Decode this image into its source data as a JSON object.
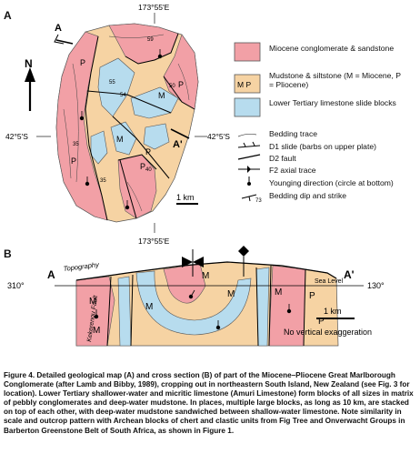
{
  "panel_a": {
    "label": "A",
    "coord_top": "173°55'E",
    "coord_bottom": "173°55'E",
    "coord_left": "42°5'S",
    "coord_right": "42°5'S",
    "north": "N",
    "section_a": "A",
    "section_a_prime": "A'",
    "scale_label": "1 km",
    "map_letters": [
      "P",
      "P",
      "P",
      "M",
      "P",
      "M",
      "P"
    ],
    "dips": [
      "59",
      "55",
      "54",
      "35",
      "50",
      "40",
      "35"
    ]
  },
  "legend": {
    "units": [
      {
        "label": "Miocene conglomerate & sandstone",
        "color": "#f2a0a6"
      },
      {
        "label": "Mudstone & siltstone (M = Miocene, P = Pliocene)",
        "color": "#f6d3a3",
        "swatch_text": "M P"
      },
      {
        "label": "Lower Tertiary limestone slide blocks",
        "color": "#b7dcee"
      }
    ],
    "symbols": [
      {
        "label": "Bedding trace",
        "icon": "bedding-trace-icon"
      },
      {
        "label": "D1 slide (barbs on upper plate)",
        "icon": "d1-slide-icon"
      },
      {
        "label": "D2 fault",
        "icon": "d2-fault-icon"
      },
      {
        "label": "F2 axial trace",
        "icon": "f2-axial-trace-icon"
      },
      {
        "label": "Younging direction (circle at bottom)",
        "icon": "younging-direction-icon"
      },
      {
        "label": "Bedding dip and strike",
        "icon": "dip-strike-icon",
        "value": "73"
      }
    ]
  },
  "panel_b": {
    "label": "B",
    "end_left": "A",
    "end_right": "A'",
    "azimuth_left": "310°",
    "azimuth_right": "130°",
    "topography": "Topography",
    "sea_level": "Sea Level",
    "fault": "Kekerengu Fault",
    "scale_label": "1 km",
    "exaggeration": "No vertical exaggeration",
    "letters": [
      "M",
      "M",
      "M",
      "M",
      "M",
      "M",
      "P",
      "P"
    ]
  },
  "caption": "Figure 4. Detailed geological map (A) and cross section (B) of part of the Miocene–Pliocene Great Marlborough Conglomerate (after Lamb and Bibby, 1989), cropping out in northeastern South Island, New Zealand (see Fig. 3 for location). Lower Tertiary shallower-water and micritic limestone (Amuri Limestone) form blocks of all sizes in matrix of pebbly conglomerates and deep-water mudstone. In places, multiple large blocks, as long as 10 km, are stacked on top of each other, with deep-water mudstone sandwiched between shallow-water limestone. Note similarity in scale and outcrop pattern with Archean blocks of chert and clastic units from Fig Tree and Onverwacht Groups in Barberton Greenstone Belt of South Africa, as shown in Figure 1."
}
